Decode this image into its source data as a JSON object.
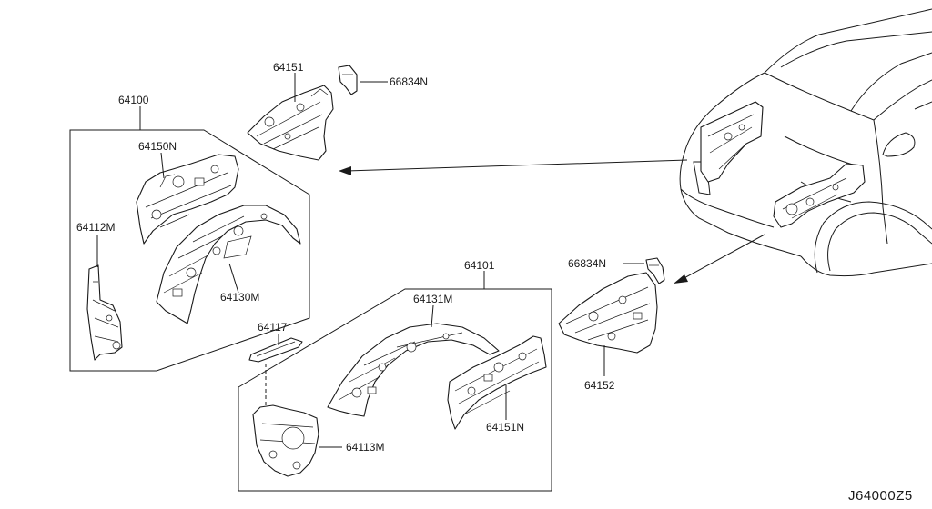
{
  "parts": {
    "p64100": "64100",
    "p64150n": "64150N",
    "p64112m": "64112M",
    "p64130m": "64130M",
    "p64151": "64151",
    "p66834n_top": "66834N",
    "p64101": "64101",
    "p64131m": "64131M",
    "p64117": "64117",
    "p64151n": "64151N",
    "p64113m": "64113M",
    "p66834n_right": "66834N",
    "p64152": "64152"
  },
  "diagram_code": "J64000Z5"
}
